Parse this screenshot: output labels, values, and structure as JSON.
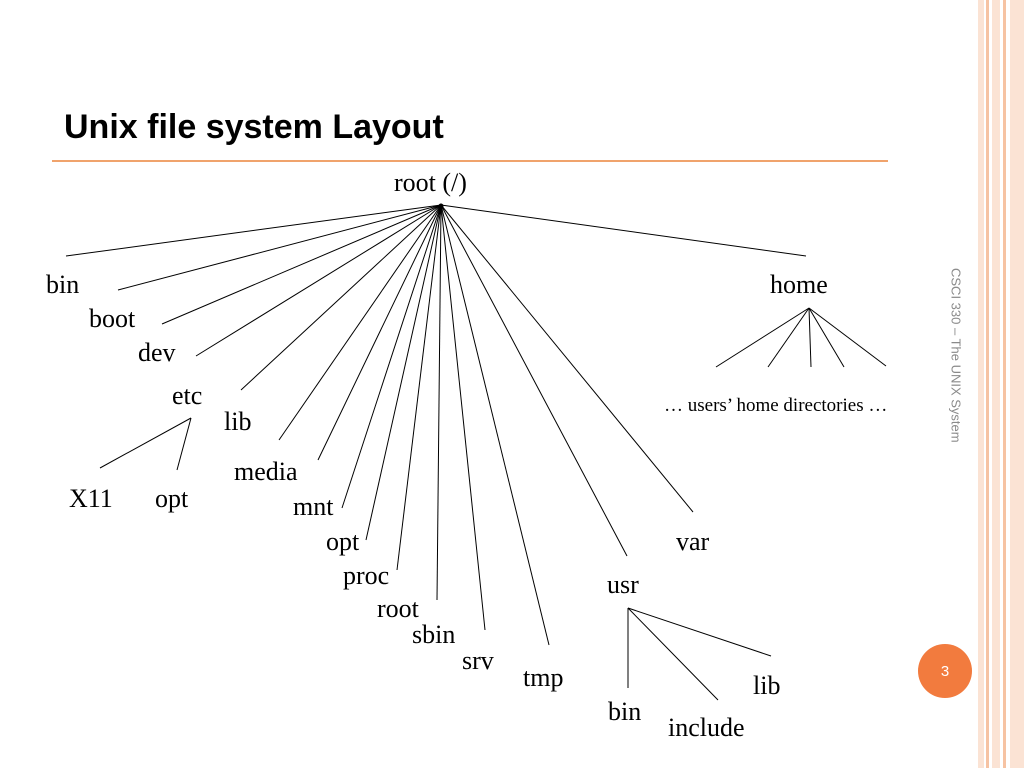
{
  "title": "Unix file system Layout",
  "side_caption": "CSCI 330 – The UNIX System",
  "page_number": "3",
  "colors": {
    "accent": "#f27b3e",
    "rule": "#f0a36c",
    "stripe_light": "#fbe3d4",
    "stripe_mid": "#f6c3a3"
  },
  "tree": {
    "root": "root (/)",
    "children": [
      "bin",
      "boot",
      "dev",
      "etc",
      "lib",
      "media",
      "mnt",
      "opt",
      "proc",
      "root",
      "sbin",
      "srv",
      "tmp",
      "usr",
      "var",
      "home"
    ],
    "etc_children": [
      "X11",
      "opt"
    ],
    "usr_children": [
      "bin",
      "include",
      "lib"
    ],
    "home_children_note": "… users’ home directories …"
  }
}
